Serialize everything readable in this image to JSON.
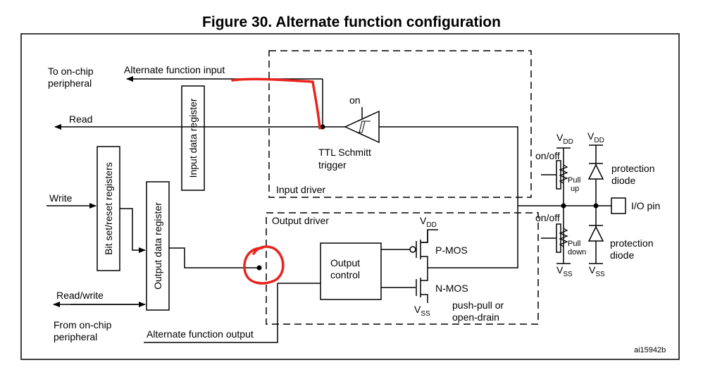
{
  "figure": {
    "title": "Figure 30. Alternate function configuration",
    "reference": "ai15942b"
  },
  "labels": {
    "to_onchip": [
      "To on-chip",
      "peripheral"
    ],
    "alt_func_input": "Alternate function input",
    "read": "Read",
    "write": "Write",
    "read_write": "Read/write",
    "from_onchip": [
      "From on-chip",
      "peripheral"
    ],
    "alt_func_output": "Alternate function output",
    "input_data_register": "Input data register",
    "bit_set_reset_registers": "Bit set/reset registers",
    "output_data_register": "Output data register",
    "on": "on",
    "ttl_schmitt": [
      "TTL Schmitt",
      "trigger"
    ],
    "input_driver": "Input driver",
    "output_driver": "Output driver",
    "output_control": [
      "Output",
      "control"
    ],
    "p_mos": "P-MOS",
    "n_mos": "N-MOS",
    "push_pull": [
      "push-pull or",
      "open-drain"
    ],
    "vdd_main": "V",
    "vdd_sub": "DD",
    "vss_main": "V",
    "vss_sub": "SS",
    "on_off": "on/off",
    "pull": "Pull",
    "up": "up",
    "down": "down",
    "protection_diode": [
      "protection",
      "diode"
    ],
    "io_pin": "I/O pin"
  },
  "annotations": {
    "color": "#e8241d"
  },
  "colors": {
    "line": "#000000",
    "annotation": "#e8241d"
  }
}
